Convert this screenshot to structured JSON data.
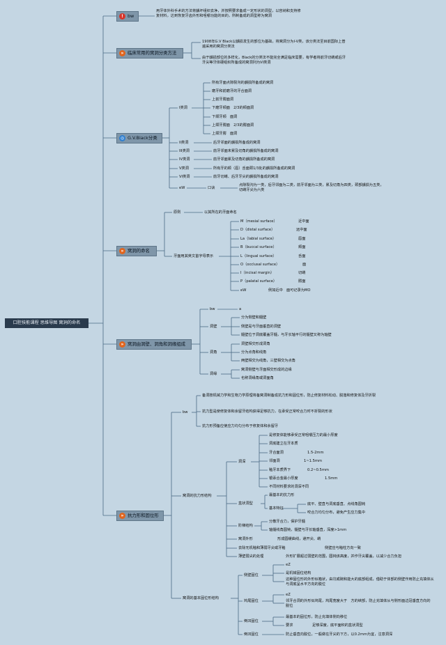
{
  "root": "口腔技能课程 思维导图 窝洞的命名",
  "colors": {
    "background": "#c4d6e3",
    "line": "#4a6a84",
    "root": "#2a3b4d",
    "category": "#7f96a9",
    "icon_red": "#d8352a",
    "icon_orange": "#e0651e",
    "icon_blue": "#2f7fd0"
  },
  "categories": {
    "bw": {
      "label": "bw",
      "icon": "alert-icon"
    },
    "cls": {
      "label": "临床常用的窝洞分类方法",
      "icon": "arrow-icon"
    },
    "gv": {
      "label": "G.V.Black分类",
      "icon": "globe-icon"
    },
    "naming": {
      "label": "窝洞的命名",
      "icon": "arrow-icon"
    },
    "comp": {
      "label": "窝洞由洞壁、洞角和洞缘组成",
      "icon": "arrow-icon"
    },
    "ret": {
      "label": "抗力形和固位形",
      "icon": "arrow-icon"
    }
  },
  "bw_note": "用牙体外科手术的方法将龋坏组织去净，并按照要求备成一定形状的洞型，以容纳和支持修复材料，达到恢复牙齿外形和咀嚼功能的目的，所制备成的洞型称为窝洞",
  "cls_notes": [
    "1908年G.V Black以龋损发生的部位为基础，将窝洞分为I-V类，该分类法至目前国际上普遍采用的窝洞分类法",
    "由于龋损部位的多样化，Black的分类法不能完全满足临床需要，有学者将前牙切嵴或后牙牙尖等牙体硬组织所备成的窝洞列为VI类洞"
  ],
  "gv": {
    "class1": "I类洞",
    "class1_items": [
      "所有牙面点隙裂沟的龋损所备成的窝洞",
      "磨牙和前磨牙的牙合面洞",
      "上前牙腭面洞",
      "下磨牙颊面　2/3的颊面洞",
      "下颌牙颊　面洞",
      "上颌牙腭面　2/3的腭面洞",
      "上颌牙腭　面洞"
    ],
    "others": [
      {
        "k": "II类洞",
        "v": "后牙邻面的龋损所备成的窝洞"
      },
      {
        "k": "III类洞",
        "v": "前牙邻面未累及切角的龋损所备成的窝洞"
      },
      {
        "k": "IV类洞",
        "v": "前牙邻面累及切角的龋损所备成的窝洞"
      },
      {
        "k": "V类洞",
        "v": "所有牙的颊（唇）舌面颈1/3处的龋损所备成的窝洞"
      },
      {
        "k": "VI类洞",
        "v": "前牙切嵴、后牙牙尖的龋损所备成的窝洞"
      }
    ],
    "ew": "eW",
    "ew_mid": "口诀",
    "ew_note": "点隙裂沟为一类，后牙邻面为二类，前牙邻面为三类，累及切角为四类，颈部龋损为五类，切嵴牙尖为六类"
  },
  "naming": {
    "rule_k": "原则",
    "rule_v": "以其所在的牙面命名",
    "abbr_k": "牙面用其英文首字母表示",
    "abbr": [
      {
        "en": "M（mesial surface）",
        "zh": "近中面"
      },
      {
        "en": "D（distal surface）",
        "zh": "远中面"
      },
      {
        "en": "La（labial surface）",
        "zh": "唇面"
      },
      {
        "en": "B（buccal surface）",
        "zh": "颊面"
      },
      {
        "en": "L（lingual surface）",
        "zh": "舌面"
      },
      {
        "en": "O（occlusal surface）",
        "zh": "面"
      },
      {
        "en": "I（incisal margin）",
        "zh": "切嵴"
      },
      {
        "en": "P（palatal surface）",
        "zh": "腭面"
      }
    ],
    "ew_k": "eW",
    "ew_v": "例如近中　面可记录为MO"
  },
  "comp": {
    "bw_k": "bw",
    "bw_v": "a",
    "wall_k": "洞壁",
    "wall": [
      "分为侧壁和髓壁",
      "侧壁是与牙面垂直的洞壁",
      "髓壁位于洞底覆盖牙髓，与牙长轴平行的髓壁又称为轴壁"
    ],
    "angle_k": "洞角",
    "angle": [
      "洞壁相交形成洞角",
      "分为点角和线角",
      "两壁相交为线角，三壁相交为点角"
    ],
    "edge_k": "洞缘",
    "edge": [
      "窝洞侧壁与牙面相交形成的边缘",
      "也称洞缘角或洞面角"
    ]
  },
  "ret": {
    "bw_k": "bw",
    "bw": [
      "备洞按机械力学和生物力学原理将备窝洞制备成抗力形和固位形，防止修复材料松动、脱落和修复体及牙折裂",
      "抗力型是使修复体和余留牙结构获得足够抗力，在承受正常咬合力时不折裂的形状",
      "抗力形预备应使应力均匀分布于修复体和余留牙"
    ],
    "res_k": "窝洞的抗力形结构",
    "depth_k": "洞深",
    "depth": [
      {
        "k": "是修复体能够承受正常咀嚼压力的最小厚度",
        "v": ""
      },
      {
        "k": "洞底建立在牙本质",
        "v": ""
      },
      {
        "k": "牙合面洞",
        "v": "1.5-2mm"
      },
      {
        "k": "邻面洞",
        "v": "1~1.5mm"
      },
      {
        "k": "釉牙本质界下",
        "v": "0.2~0.5mm"
      },
      {
        "k": "银汞合金最小厚度",
        "v": "1.5mm"
      },
      {
        "k": "不同材料要求的洞深不同",
        "v": ""
      }
    ],
    "box_k": "盒状洞型",
    "box_v": "最基本的抗力形",
    "box_feat_k": "基本特征",
    "box_feat": [
      "底平、壁直与洞底垂直、点线角圆钝",
      "咬合力均匀分布，避免产生应力集中"
    ],
    "step_k": "阶梯结构",
    "step": [
      "分散牙合力，保护牙髓",
      "轴髓线角圆钝，髓壁与牙长轴垂直，深度>1mm"
    ],
    "shape_k": "窝洞外形",
    "shape_v": "形成圆缓曲线，避开尖、嵴",
    "enamel_k": "去除无机釉和薄弱牙尖或牙釉",
    "enamel_v": "侧壁应与釉柱方向一致",
    "weak_k": "薄壁弱尖的处理",
    "weak_v": "外形扩展超过弱壁的范围，圆钝该高度，并作牙尖覆盖，以减少合力负担",
    "hold_k": "窝洞的基本固位形结构",
    "side_k": "侧壁固位",
    "side": [
      "eZ",
      "是机械固位结构",
      "这种固位形的外形似箱状，由坑或碗和能大的底部组成，借助于体部的侧壁作用防止充填体从与洞底呈水平方向的脱位"
    ],
    "dove_k": "鸠尾固位",
    "dove": [
      "eZ",
      "邻牙合洞的外形似鸠尾，鸠尾宽度大于　方的峡部，防止充填体从与侧形面边冠垂直方向的脱位"
    ],
    "lock_k": "倒凹固位",
    "lock": [
      {
        "k": "最基本的固位形，防止充填体侧向移位",
        "v": ""
      },
      {
        "k": "要求",
        "v": "足够深度，底平面积的盒状洞型"
      }
    ],
    "groove_k": "倒凹固位",
    "groove_v": "防止垂直向脱位，一般做在牙尖的下方，以0.2mm为宜，注意洞深"
  }
}
